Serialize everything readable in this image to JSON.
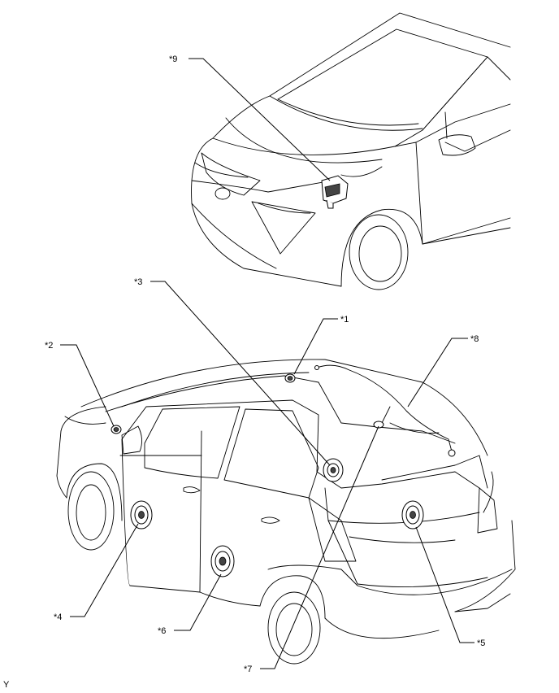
{
  "figure_code": "Y",
  "callouts": [
    {
      "id": "1",
      "label": "*1"
    },
    {
      "id": "2",
      "label": "*2"
    },
    {
      "id": "3",
      "label": "*3"
    },
    {
      "id": "4",
      "label": "*4"
    },
    {
      "id": "5",
      "label": "*5"
    },
    {
      "id": "6",
      "label": "*6"
    },
    {
      "id": "7",
      "label": "*7"
    },
    {
      "id": "8",
      "label": "*8"
    },
    {
      "id": "9",
      "label": "*9"
    }
  ]
}
